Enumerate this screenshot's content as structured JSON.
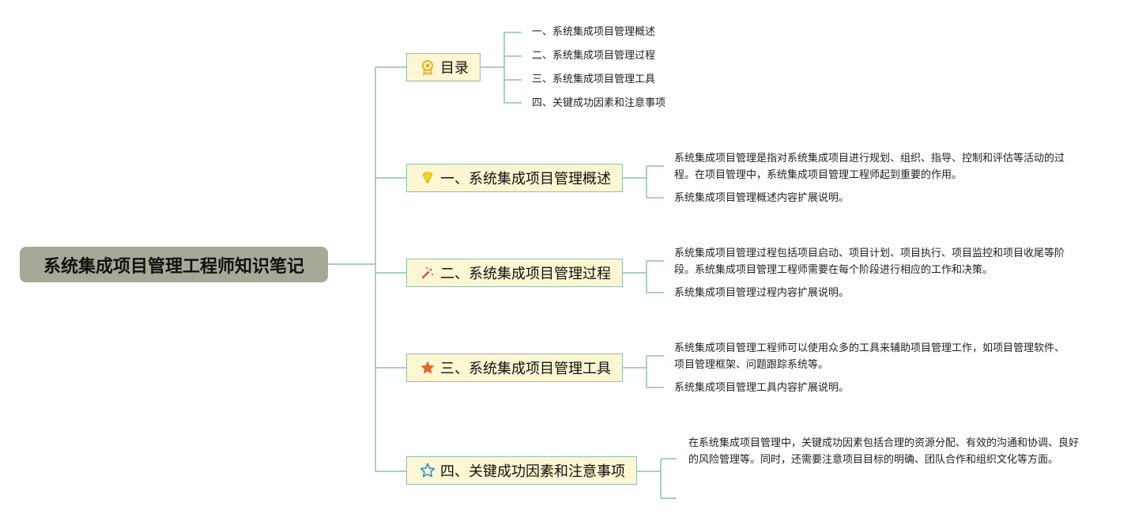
{
  "root": {
    "title": "系统集成项目管理工程师知识笔记"
  },
  "branches": [
    {
      "label": "目录",
      "icon": "ribbon-award-icon",
      "children": [
        "一、系统集成项目管理概述",
        "二、系统集成项目管理过程",
        "三、系统集成项目管理工具",
        "四、关键成功因素和注意事项"
      ]
    },
    {
      "label": "一、系统集成项目管理概述",
      "icon": "diamond-icon",
      "children": [
        "系统集成项目管理是指对系统集成项目进行规划、组织、指导、控制和评估等活动的过程。在项目管理中，系统集成项目管理工程师起到重要的作用。",
        "系统集成项目管理概述内容扩展说明。"
      ]
    },
    {
      "label": "二、系统集成项目管理过程",
      "icon": "magic-wand-icon",
      "children": [
        "系统集成项目管理过程包括项目启动、项目计划、项目执行、项目监控和项目收尾等阶段。系统集成项目管理工程师需要在每个阶段进行相应的工作和决策。",
        "系统集成项目管理过程内容扩展说明。"
      ]
    },
    {
      "label": "三、系统集成项目管理工具",
      "icon": "filled-star-icon",
      "children": [
        "系统集成项目管理工程师可以使用众多的工具来辅助项目管理工作，如项目管理软件、项目管理框架、问题跟踪系统等。",
        "系统集成项目管理工具内容扩展说明。"
      ]
    },
    {
      "label": "四、关键成功因素和注意事项",
      "icon": "outline-star-icon",
      "children": [
        "在系统集成项目管理中，关键成功因素包括合理的资源分配、有效的沟通和协调、良好的风险管理等。同时，还需要注意项目目标的明确、团队合作和组织文化等方面。",
        ""
      ]
    }
  ],
  "colors": {
    "line": "#8fbfae",
    "branch_fill": "#fdf6d2",
    "root_fill": "#a8a898"
  }
}
